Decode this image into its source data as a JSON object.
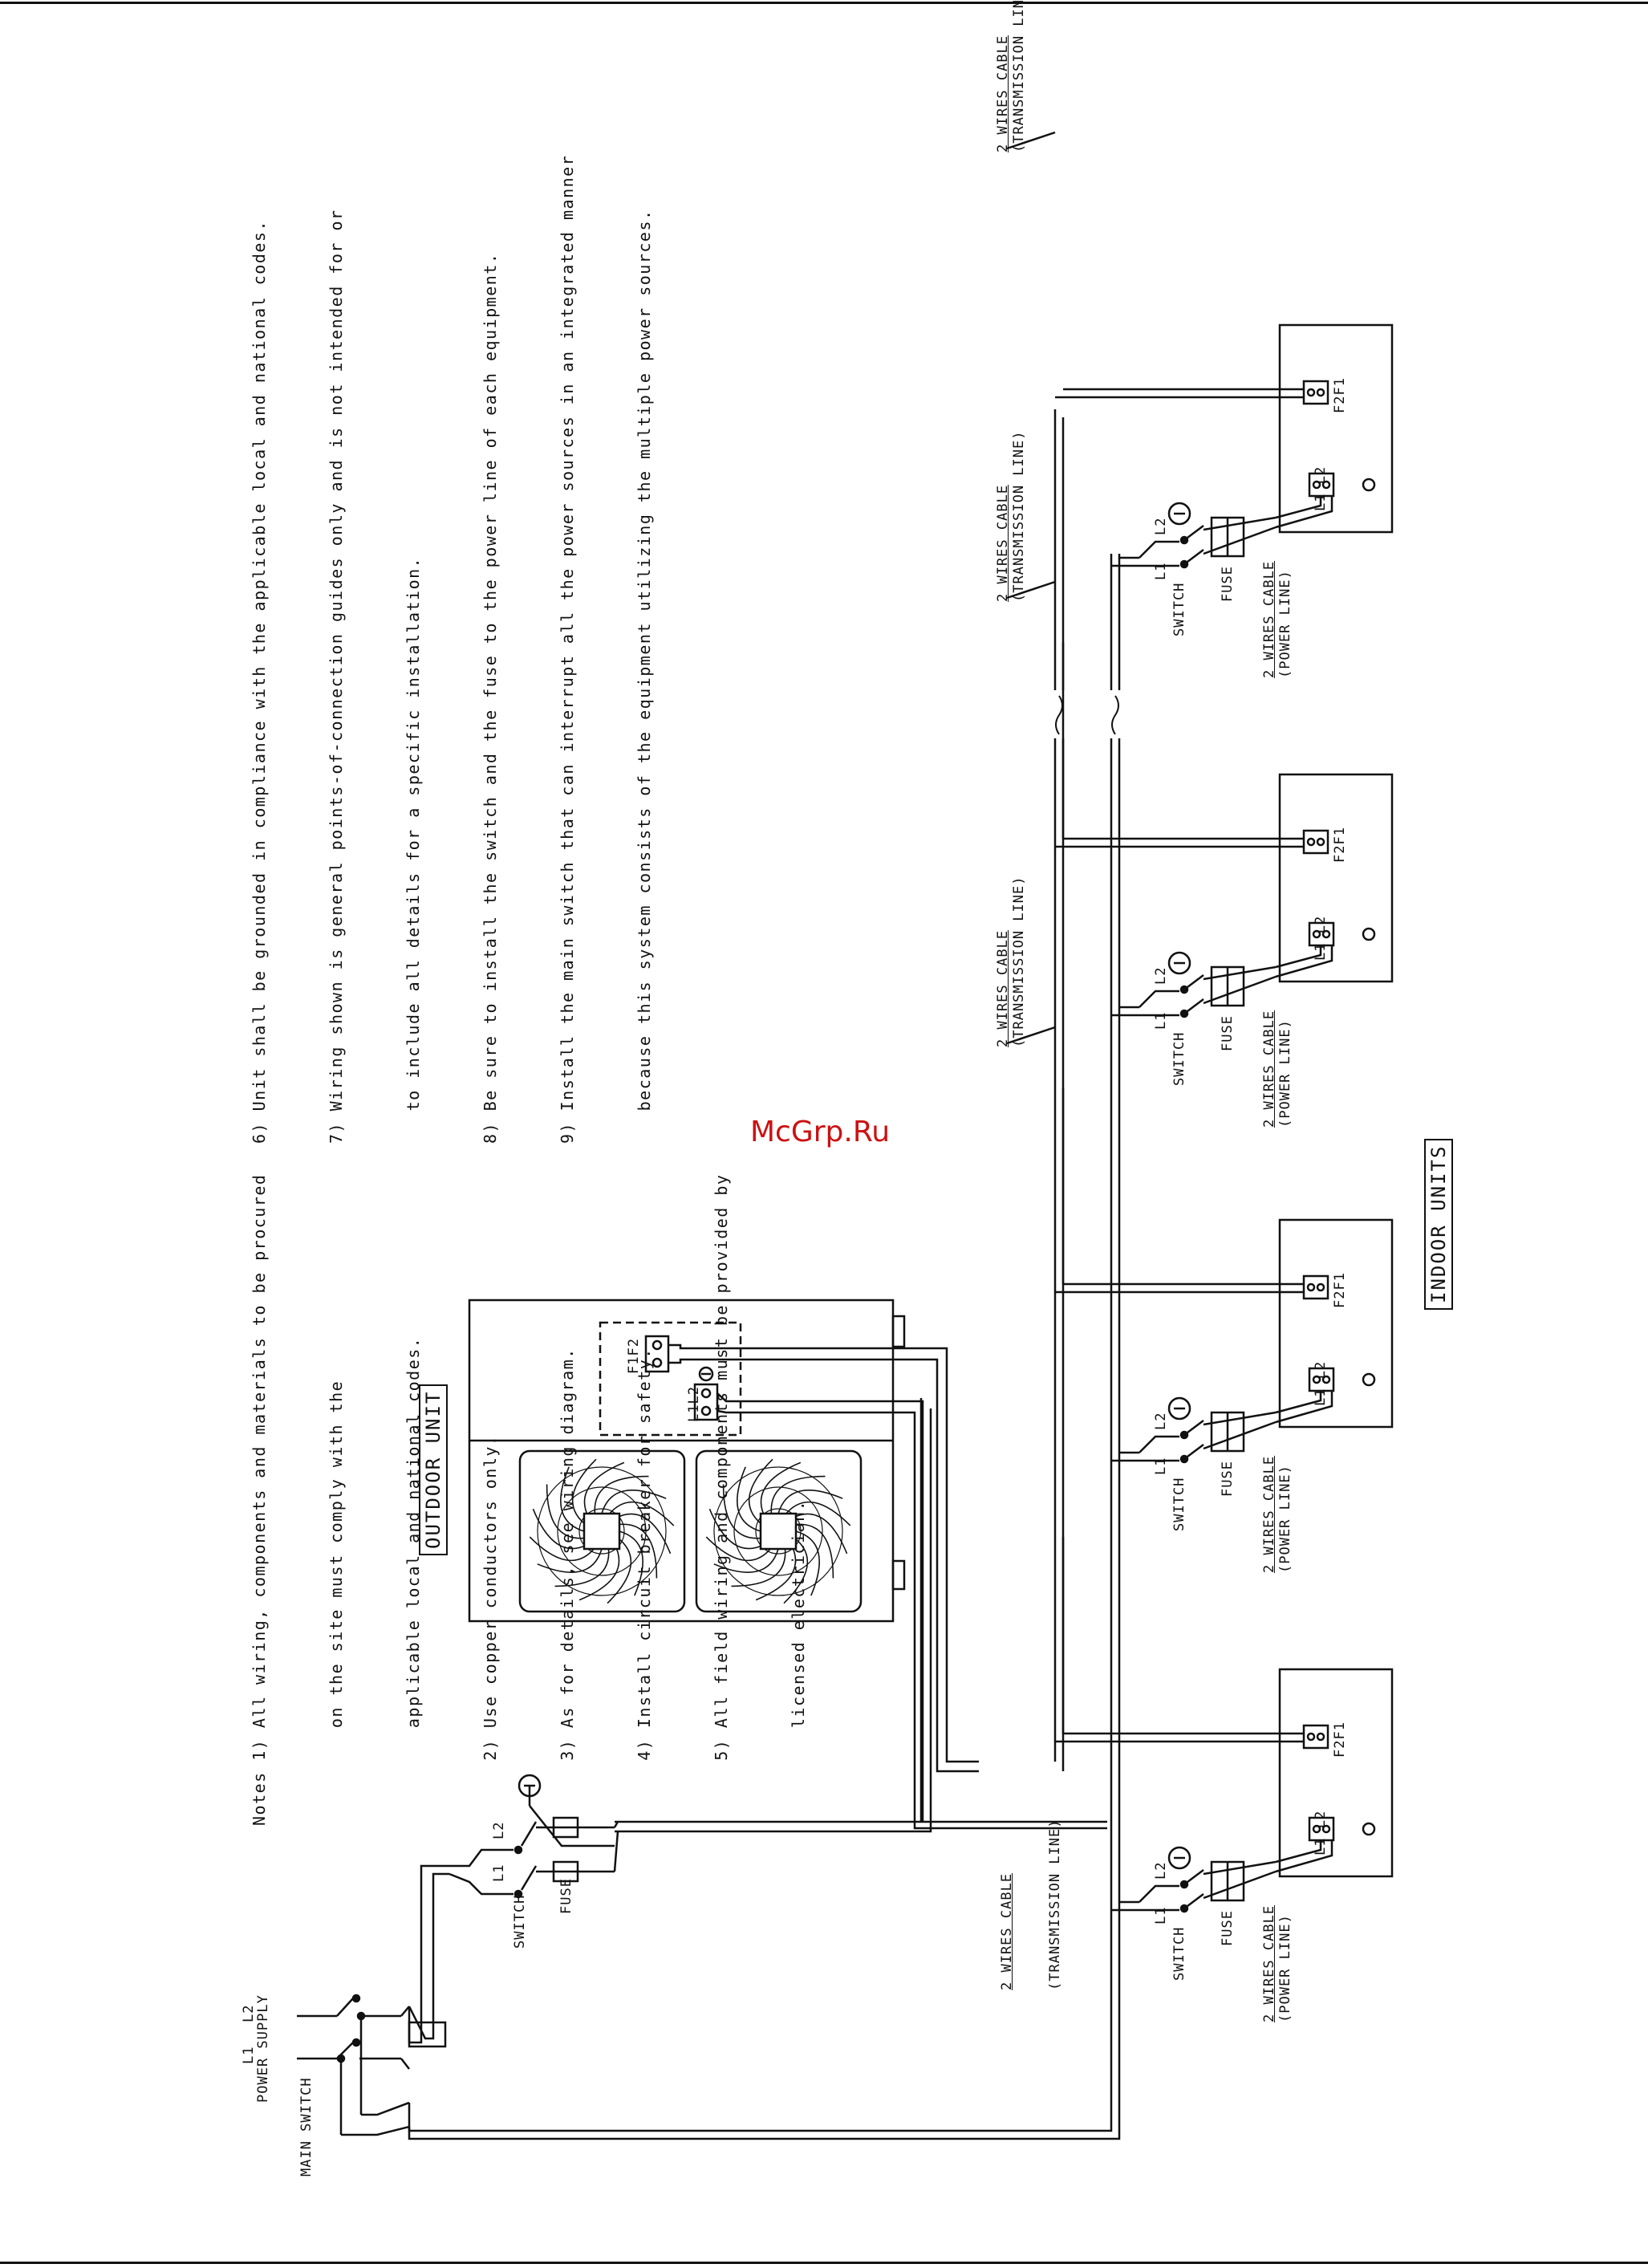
{
  "watermark": "McGrp.Ru",
  "notes_left": [
    "Notes 1) All wiring, components and materials to be procured",
    "         on the site must comply with the",
    "         applicable local and national codes.",
    "      2) Use copper conductors only.",
    "      3) As for details, see wiring diagram.",
    "      4) Install circuit breaker for safety.",
    "      5) All field wiring and components must be provided by",
    "         licensed electrician."
  ],
  "notes_right": [
    "6) Unit shall be grounded in compliance with the applicable local and national codes.",
    "7) Wiring shown is general points-of-connection guides only and is not intended for or",
    "   to include all details for a specific installation.",
    "8) Be sure to install the switch and the fuse to the power line of each equipment.",
    "9) Install the main switch that can interrupt all the power sources in an integrated manner",
    "   because this system consists of the equipment utilizing the multiple power sources."
  ],
  "outdoor_unit_label": "OUTDOOR UNIT",
  "indoor_units_label": "INDOOR UNITS",
  "power_supply": {
    "title": "POWER SUPPLY",
    "l1": "L1",
    "l2": "L2",
    "main_switch": "MAIN SWITCH"
  },
  "outdoor_terminals": {
    "comm": "F1F2",
    "power": "L1L2"
  },
  "switch_label": "SWITCH",
  "fuse_label": "FUSE",
  "cable_label": "2 WIRES CABLE",
  "transmission_line": "(TRANSMISSION LINE)",
  "power_line": "(POWER LINE)",
  "indoor_terminal_power": "L1 L2",
  "indoor_terminal_comm": "F2F1",
  "switch_l1": "L1",
  "switch_l2": "L2",
  "indoor_unit_count": 4
}
